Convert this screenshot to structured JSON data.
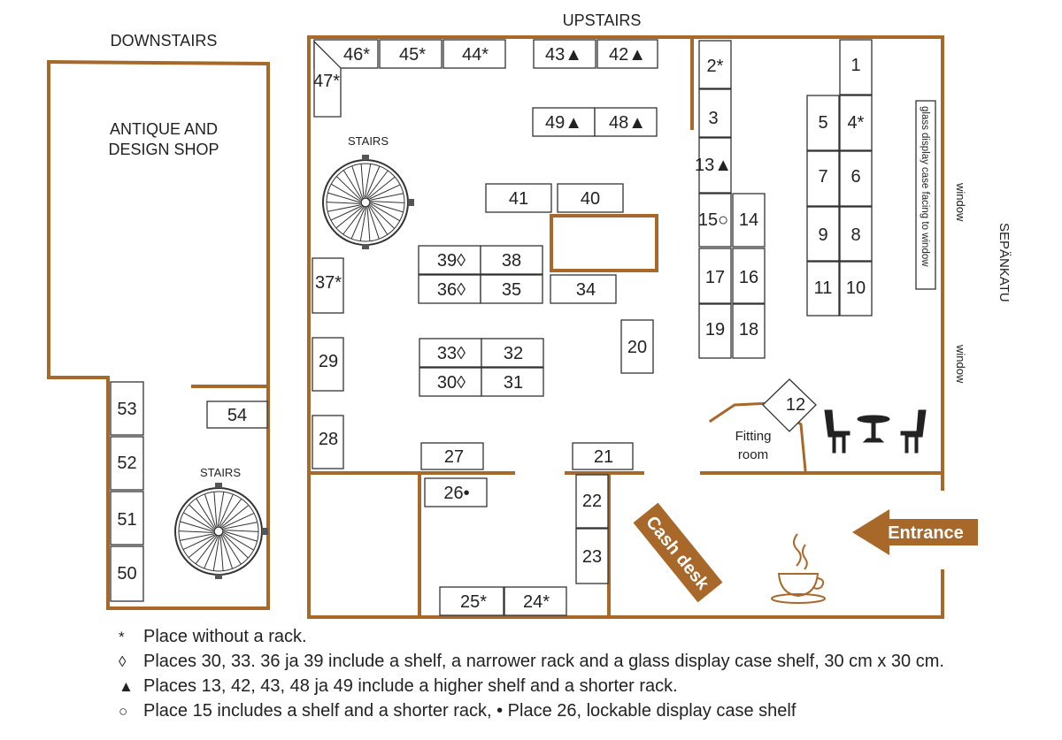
{
  "labels": {
    "upstairs": "UPSTAIRS",
    "downstairs": "DOWNSTAIRS",
    "shop_line1": "ANTIQUE AND",
    "shop_line2": "DESIGN SHOP",
    "stairs_up": "STAIRS",
    "stairs_down": "STAIRS",
    "street": "SEPÄNKATU",
    "window_top": "window",
    "window_bottom": "window",
    "glass_case": "glass display case facing to window",
    "fitting_line1": "Fitting",
    "fitting_line2": "room",
    "cash_desk": "Cash desk",
    "entrance": "Entrance"
  },
  "places": [
    "1",
    "2*",
    "3",
    "4*",
    "5",
    "6",
    "7",
    "8",
    "9",
    "10",
    "11",
    "12",
    "13▲",
    "14",
    "15○",
    "16",
    "17",
    "18",
    "19",
    "20",
    "21",
    "22",
    "23",
    "24*",
    "25*",
    "26•",
    "27",
    "28",
    "29",
    "30◊",
    "31",
    "32",
    "33◊",
    "34",
    "35",
    "36◊",
    "37*",
    "38",
    "39◊",
    "40",
    "41",
    "42▲",
    "43▲",
    "44*",
    "45*",
    "46*",
    "47*",
    "48▲",
    "49▲",
    "50",
    "51",
    "52",
    "53",
    "54"
  ],
  "legend": [
    {
      "symbol": "*",
      "text": "Place without a rack."
    },
    {
      "symbol": "◊",
      "text": "Places 30, 33. 36 ja 39 include a shelf, a narrower rack and a glass display case shelf, 30 cm x 30 cm."
    },
    {
      "symbol": "▲",
      "text": "Places 13, 42, 43, 48 ja 49 include a higher shelf and a shorter rack."
    },
    {
      "symbol": "○",
      "text": "Place 15  includes a shelf and a shorter rack, • Place 26, lockable display case shelf"
    }
  ],
  "colors": {
    "wall": "#a8682a",
    "rack_stroke": "#333333",
    "accent": "#a8682a"
  }
}
